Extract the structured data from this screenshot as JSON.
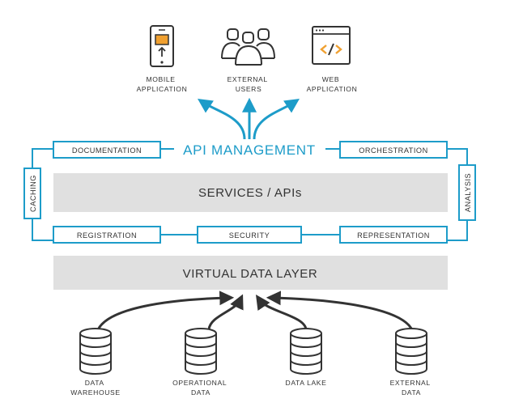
{
  "colors": {
    "accent": "#1d9cc9",
    "dark": "#333333",
    "band": "#e0e0e0",
    "orange": "#f0a030"
  },
  "consumers": [
    {
      "icon": "mobile-phone-icon",
      "lines": [
        "MOBILE",
        "APPLICATION"
      ]
    },
    {
      "icon": "users-group-icon",
      "lines": [
        "EXTERNAL",
        "USERS"
      ]
    },
    {
      "icon": "browser-code-icon",
      "lines": [
        "WEB",
        "APPLICATION"
      ]
    }
  ],
  "api_management": {
    "title": "API MANAGEMENT",
    "top_left": "DOCUMENTATION",
    "top_right": "ORCHESTRATION",
    "left": "CACHING",
    "right": "ANALYSIS",
    "bottom_left": "REGISTRATION",
    "bottom_middle": "SECURITY",
    "bottom_right": "REPRESENTATION"
  },
  "services_band": "SERVICES / APIs",
  "virtual_layer": "VIRTUAL DATA LAYER",
  "sources": [
    {
      "icon": "database-icon",
      "lines": [
        "DATA",
        "WAREHOUSE"
      ]
    },
    {
      "icon": "database-icon",
      "lines": [
        "OPERATIONAL",
        "DATA"
      ]
    },
    {
      "icon": "database-icon",
      "lines": [
        "DATA LAKE"
      ]
    },
    {
      "icon": "database-icon",
      "lines": [
        "EXTERNAL",
        "DATA"
      ]
    }
  ]
}
